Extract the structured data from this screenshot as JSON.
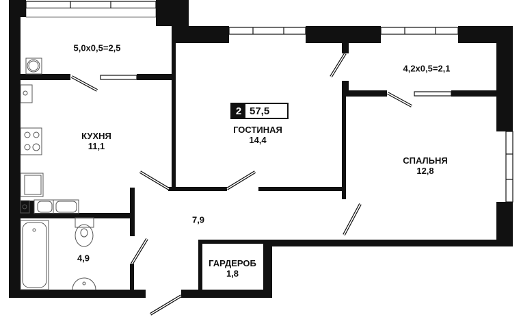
{
  "plan": {
    "rooms_count": "2",
    "total_area": "57,5",
    "rooms": [
      {
        "name": "",
        "area": "5,0x0,5=2,5"
      },
      {
        "name": "КУХНЯ",
        "area": "11,1"
      },
      {
        "name": "ГОСТИНАЯ",
        "area": "14,4"
      },
      {
        "name": "",
        "area": "4,2x0,5=2,1"
      },
      {
        "name": "СПАЛЬНЯ",
        "area": "12,8"
      },
      {
        "name": "",
        "area": "7,9"
      },
      {
        "name": "",
        "area": "4,9"
      },
      {
        "name": "ГАРДЕРОБ",
        "area": "1,8"
      }
    ]
  },
  "colors": {
    "wall": "#111111",
    "background": "#ffffff"
  }
}
